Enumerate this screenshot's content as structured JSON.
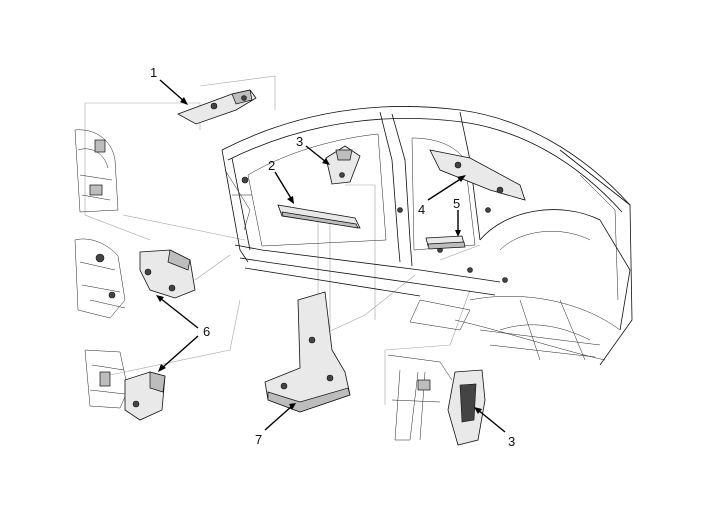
{
  "callouts": {
    "c1": "1",
    "c2": "2",
    "c3_top": "3",
    "c3_bottom": "3",
    "c4": "4",
    "c5": "5",
    "c6": "6",
    "c7": "7"
  },
  "colors": {
    "line": "#111111",
    "guide": "#9aa4ad",
    "part_fill": "#e9e9e9",
    "shade": "#bdbdbd"
  }
}
